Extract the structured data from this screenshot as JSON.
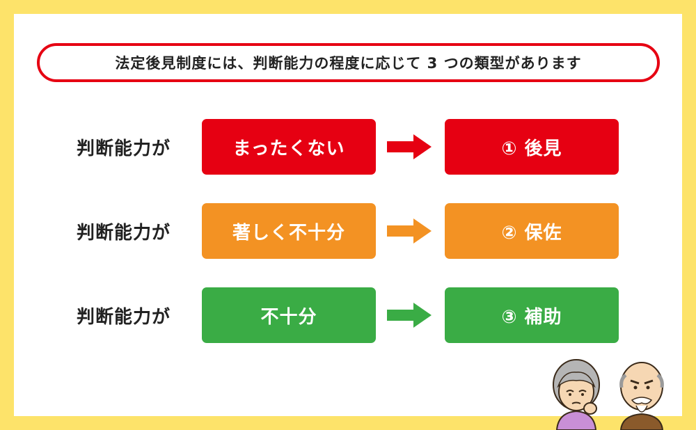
{
  "header": {
    "text": "法定後見制度には、判断能力の程度に応じて 3 つの類型があります"
  },
  "rows": [
    {
      "label": "判断能力が",
      "condition": "まったくない",
      "type": "① 後見",
      "color": "#e60012"
    },
    {
      "label": "判断能力が",
      "condition": "著しく不十分",
      "type": "② 保佐",
      "color": "#f39223"
    },
    {
      "label": "判断能力が",
      "condition": "不十分",
      "type": "③ 補助",
      "color": "#3aac45"
    }
  ],
  "colors": {
    "background": "#fde36a",
    "panel": "#ffffff",
    "header_border": "#e60012"
  },
  "icons": [
    "arrow-right-icon",
    "elderly-woman-icon",
    "elderly-man-icon"
  ]
}
